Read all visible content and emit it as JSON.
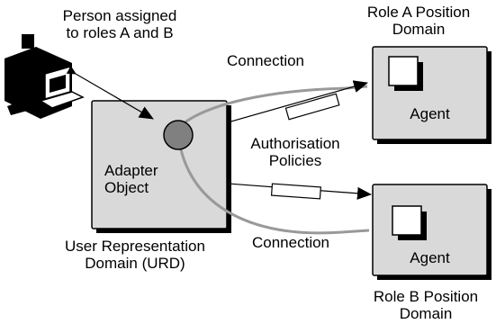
{
  "person_label": [
    "Person assigned",
    "to roles A and B"
  ],
  "role_a_title": [
    "Role A Position",
    "Domain"
  ],
  "role_b_title": [
    "Role B Position",
    "Domain"
  ],
  "adapter_label": [
    "Adapter",
    "Object"
  ],
  "urd_label": [
    "User Representation",
    "Domain (URD)"
  ],
  "authorisation_label": [
    "Authorisation",
    "Policies"
  ],
  "connection_top": "Connection",
  "connection_bottom": "Connection",
  "agent_a": "Agent",
  "agent_b": "Agent",
  "colors": {
    "domain_fill": "#d9d9d9",
    "adapter_circle": "#808080",
    "connection_curve": "#999999",
    "outline": "#000000",
    "shadow": "#000000"
  }
}
